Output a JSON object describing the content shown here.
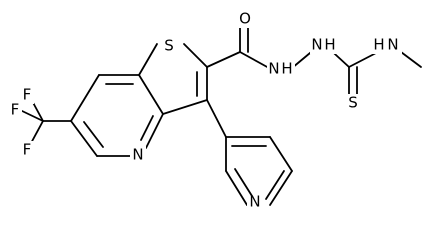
{
  "molecule": {
    "atoms": {
      "s1": "S",
      "o1": "O",
      "n1": "N",
      "nh1": "H",
      "n2": "N",
      "nh2": "H",
      "n3": "N",
      "nh3": "H",
      "s2": "S",
      "npy": "N",
      "n_pyr": "N",
      "f1": "F",
      "f2": "F",
      "f3": "F"
    }
  }
}
